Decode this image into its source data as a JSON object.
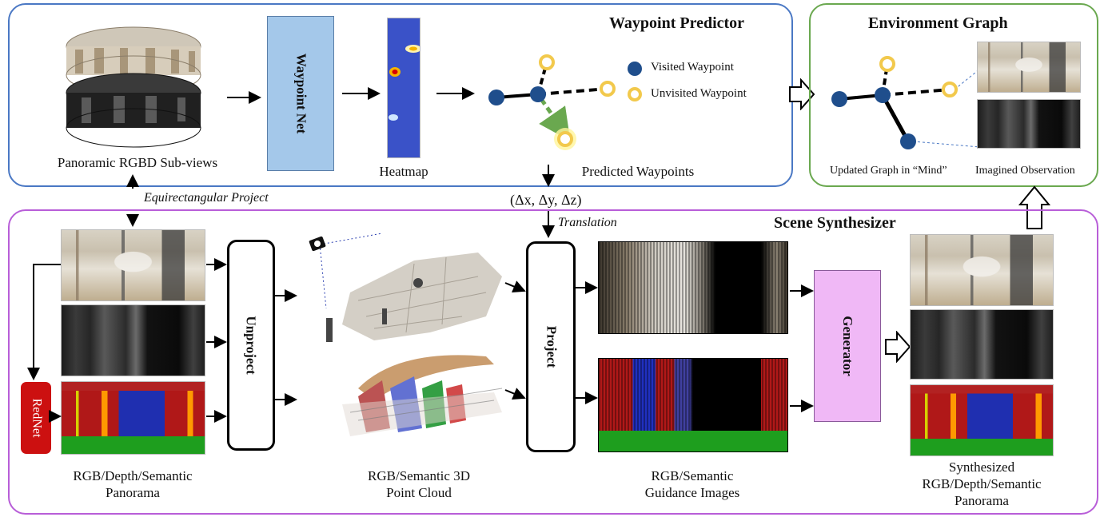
{
  "waypoint_predictor": {
    "title": "Waypoint Predictor",
    "subviews_caption": "Panoramic RGBD Sub-views",
    "net_label": "Waypoint Net",
    "heatmap_caption": "Heatmap",
    "predicted_caption": "Predicted Waypoints",
    "legend": {
      "visited": "Visited Waypoint",
      "unvisited": "Unvisited Waypoint"
    }
  },
  "environment_graph": {
    "title": "Environment Graph",
    "graph_caption": "Updated Graph in “Mind”",
    "observation_caption": "Imagined Observation"
  },
  "connectors": {
    "equirect_label": "Equirectangular Project",
    "delta_label": "(Δx, Δy, Δz)",
    "translation_label": "Translation"
  },
  "scene_synthesizer": {
    "title": "Scene Synthesizer",
    "rednet_label": "RedNet",
    "unproject_label": "Unproject",
    "project_label": "Project",
    "generator_label": "Generator",
    "panorama_caption": [
      "RGB/Depth/Semantic",
      "Panorama"
    ],
    "pointcloud_caption": [
      "RGB/Semantic 3D",
      "Point Cloud"
    ],
    "guidance_caption": [
      "RGB/Semantic",
      "Guidance Images"
    ],
    "synth_caption": [
      "Synthesized",
      "RGB/Depth/Semantic",
      "Panorama"
    ]
  },
  "colors": {
    "predictor_border": "#4a78c4",
    "graph_border": "#6aa84f",
    "synth_border": "#b85ed8",
    "waypoint_net_fill": "#a4c8ea",
    "generator_fill": "#f0b8f6",
    "rednet_fill": "#cc1010",
    "visited_node": "#1f4e8c",
    "unvisited_node": "#f2c94c",
    "predicted_arrow": "#6aa84f"
  }
}
